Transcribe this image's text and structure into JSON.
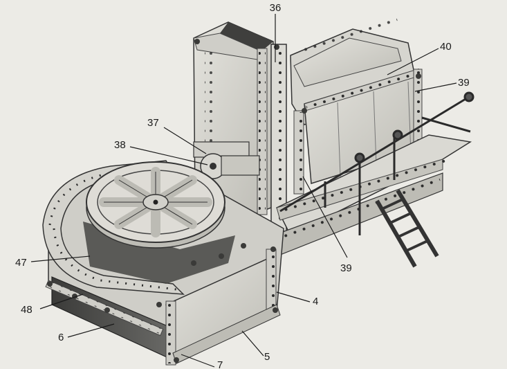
{
  "figure": {
    "callouts": [
      "36",
      "40",
      "39",
      "37",
      "38",
      "39",
      "47",
      "4",
      "48",
      "6",
      "5",
      "7"
    ]
  },
  "colors": {
    "background": "#ecebe6",
    "plate_light": "#d9d8d2",
    "plate_mid": "#b9b8b1",
    "plate_dark": "#4a4a48",
    "hole": "#2b2b2b",
    "line": "#1a1a1a"
  }
}
